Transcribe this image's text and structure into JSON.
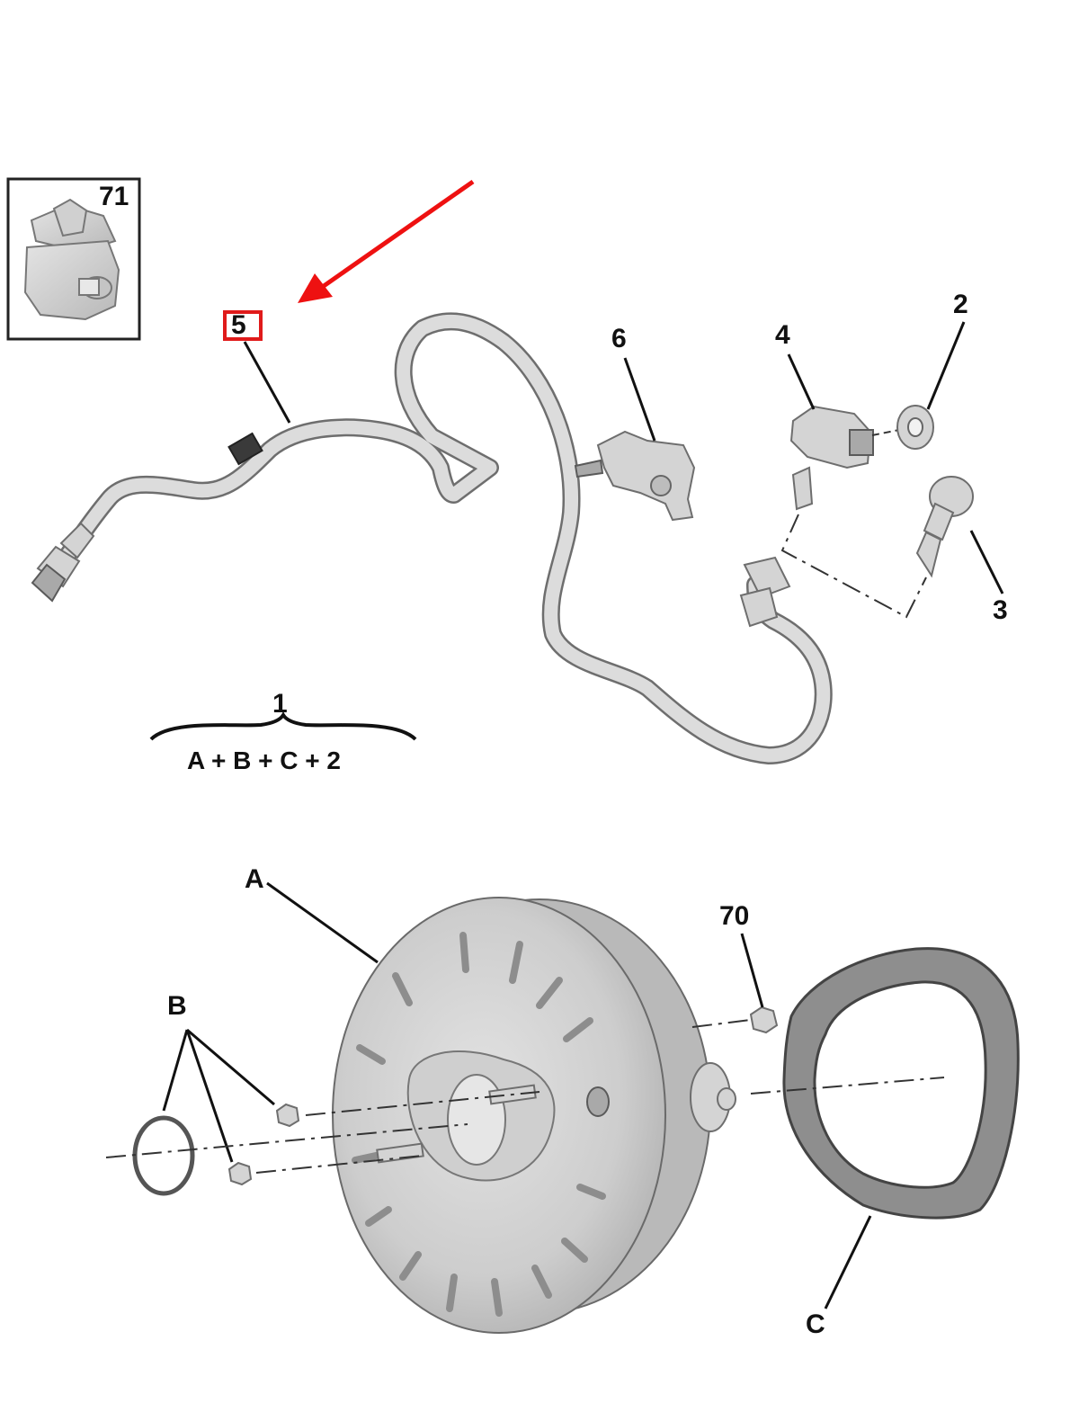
{
  "labels": {
    "l71": "71",
    "l5": "5",
    "l6": "6",
    "l4": "4",
    "l2": "2",
    "l3": "3",
    "l1": "1",
    "formula": "A + B + C + 2",
    "lA": "A",
    "lB": "B",
    "l70": "70",
    "lC": "C"
  },
  "colors": {
    "highlight": "#e01b1b",
    "arrow": "#ee1111",
    "part_fill": "#d4d4d4",
    "part_outline": "#6e6e6e",
    "seal": "#9a9a9a"
  },
  "icons": {
    "arrow": "red-arrow-icon",
    "callout": "red-box-highlight"
  }
}
